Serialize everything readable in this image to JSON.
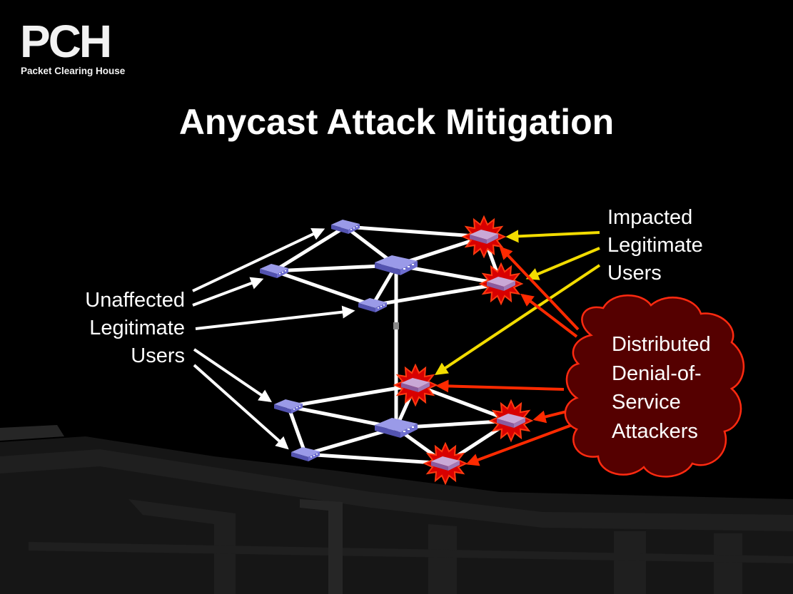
{
  "logo": {
    "text": "PCH",
    "subtitle": "Packet Clearing House"
  },
  "title": "Anycast Attack Mitigation",
  "labels": {
    "unaffected": [
      "Unaffected",
      "Legitimate",
      "Users"
    ],
    "impacted": [
      "Impacted",
      "Legitimate",
      "Users"
    ],
    "attackers": [
      "Distributed",
      "Denial-of-",
      "Service",
      "Attackers"
    ]
  },
  "colors": {
    "background": "#000000",
    "links": "#ffffff",
    "router": "#7b7bd6",
    "impacted_arrows": "#f2dc00",
    "attack_arrows": "#ff2a00",
    "attack_cloud": "#5a0000",
    "burst": "#ff2000"
  },
  "icons": {
    "router": "router-icon",
    "attack_burst": "starburst-icon",
    "cloud": "attacker-cloud-icon"
  }
}
